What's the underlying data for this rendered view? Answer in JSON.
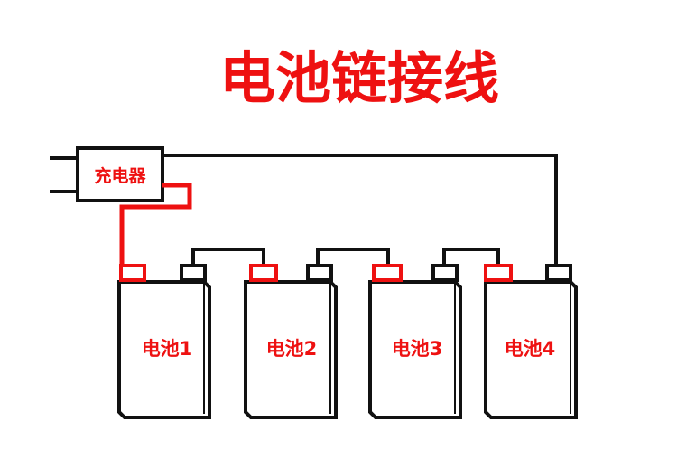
{
  "title": "电池链接线",
  "charger": {
    "label": "充电器"
  },
  "batteries": [
    {
      "label": "电池1"
    },
    {
      "label": "电池2"
    },
    {
      "label": "电池3"
    },
    {
      "label": "电池4"
    }
  ],
  "colors": {
    "title": "#ee1111",
    "wire_positive": "#ee1111",
    "wire_negative": "#111111",
    "outline": "#111111",
    "terminal_positive": "#ee1111",
    "terminal_negative": "#111111",
    "battery_label": "#ee1111",
    "charger_label": "#ee1111"
  }
}
